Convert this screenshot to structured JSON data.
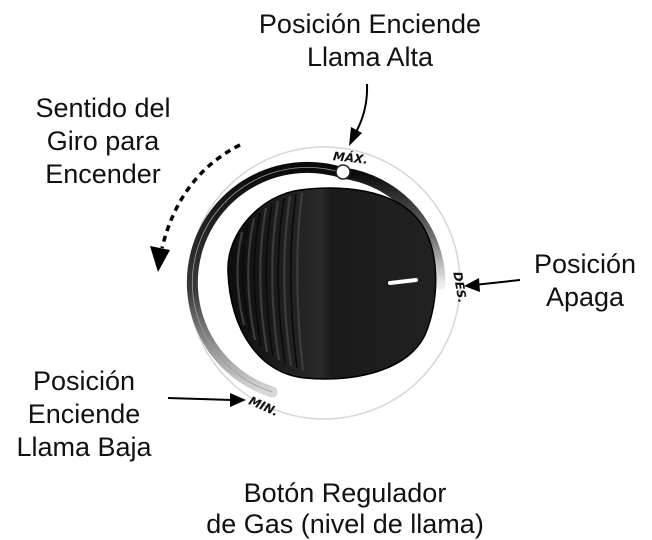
{
  "labels": {
    "max_position": [
      "Posición Enciende",
      "Llama Alta"
    ],
    "rotation_direction": [
      "Sentido del",
      "Giro para",
      "Encender"
    ],
    "off_position": [
      "Posición",
      "Apaga"
    ],
    "min_position": [
      "Posición",
      "Enciende",
      "Llama Baja"
    ],
    "caption": [
      "Botón Regulador",
      "de Gas (nivel de llama)"
    ]
  },
  "dial_marks": {
    "max": "MÁX.",
    "off": "DES.",
    "min": "MIN."
  },
  "colors": {
    "knob": "#1c1c1c",
    "track": "#111111",
    "text": "#111111"
  }
}
